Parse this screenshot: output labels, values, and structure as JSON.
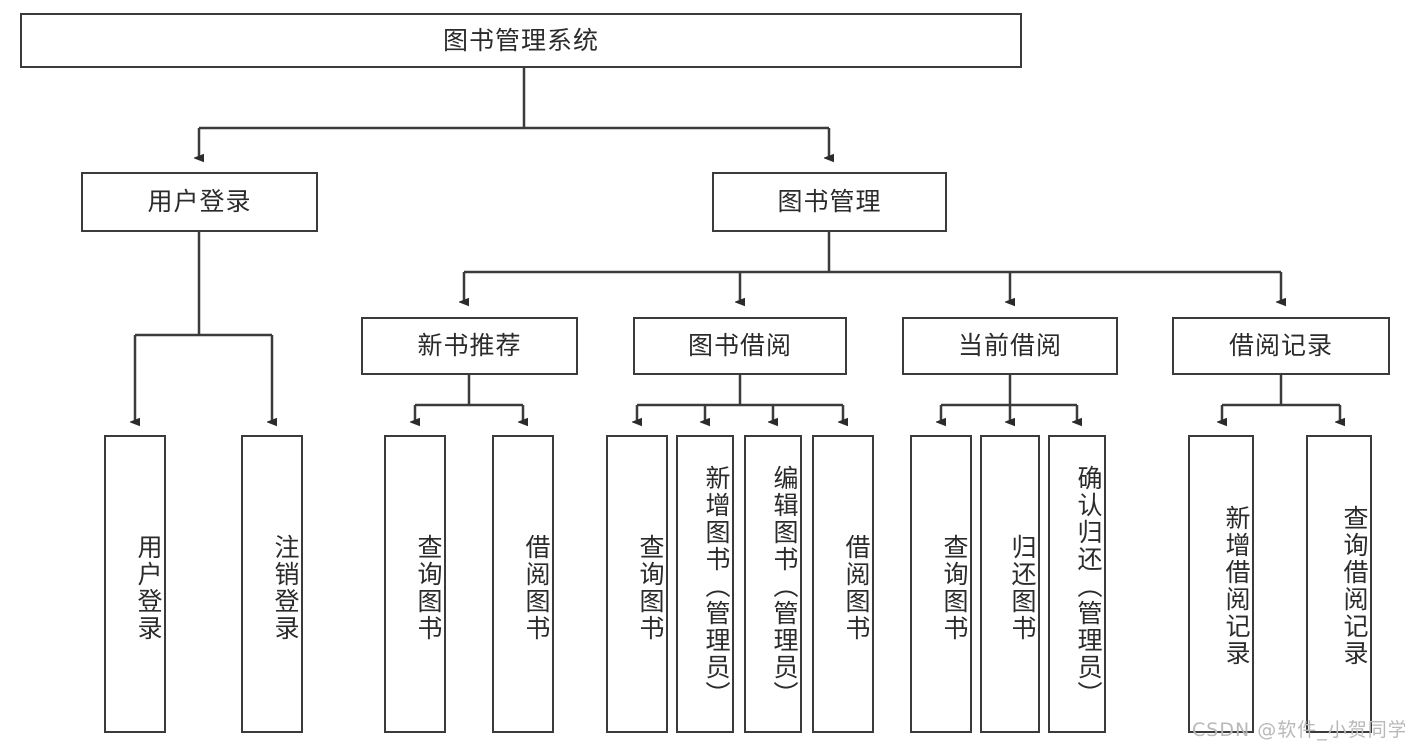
{
  "diagram": {
    "title": "图书管理系统",
    "type": "tree",
    "watermark": "CSDN @软件_小贺同学",
    "stroke_color": "#3b3b3b",
    "text_color": "#2b2b2b",
    "background": "#ffffff",
    "root": {
      "label": "图书管理系统"
    },
    "level1": [
      {
        "label": "用户登录"
      },
      {
        "label": "图书管理"
      }
    ],
    "level2": [
      {
        "label": "新书推荐"
      },
      {
        "label": "图书借阅"
      },
      {
        "label": "当前借阅"
      },
      {
        "label": "借阅记录"
      }
    ],
    "leaves": {
      "user_login": [
        {
          "label": "用户登录"
        },
        {
          "label": "注销登录"
        }
      ],
      "new_book_recommend": [
        {
          "label": "查询图书"
        },
        {
          "label": "借阅图书"
        }
      ],
      "book_borrow": [
        {
          "label": "查询图书"
        },
        {
          "label": "新增图书（管理员）"
        },
        {
          "label": "编辑图书（管理员）"
        },
        {
          "label": "借阅图书"
        }
      ],
      "current_borrow": [
        {
          "label": "查询图书"
        },
        {
          "label": "归还图书"
        },
        {
          "label": "确认归还（管理员）"
        }
      ],
      "borrow_record": [
        {
          "label": "新增借阅记录"
        },
        {
          "label": "查询借阅记录"
        }
      ]
    }
  }
}
